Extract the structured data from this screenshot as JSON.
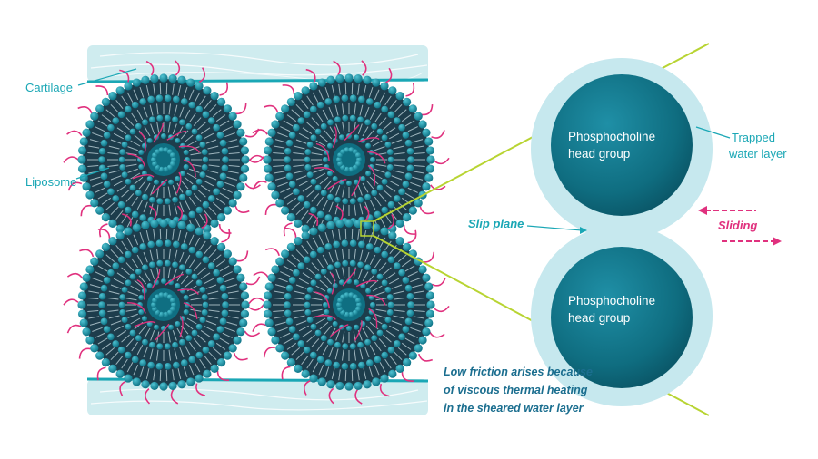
{
  "labels": {
    "cartilage": "Cartilage",
    "liposome": "Liposome",
    "head_group_top_line1": "Phosphocholine",
    "head_group_top_line2": "head group",
    "head_group_bottom_line1": "Phosphocholine",
    "head_group_bottom_line2": "head group",
    "trapped_line1": "Trapped",
    "trapped_line2": "water layer",
    "slip_plane": "Slip plane",
    "sliding": "Sliding",
    "note_line1": "Low friction arises because",
    "note_line2": "of viscous thermal heating",
    "note_line3": "in the sheared water layer"
  },
  "colors": {
    "cartilage_fill": "#cfecef",
    "cartilage_edge": "#1aa7b5",
    "bead": "#1c8fa3",
    "bead_dark": "#0f6f82",
    "bilayer_dark": "#1d3d4c",
    "tail": "#e0317e",
    "water_layer": "#c6e8ee",
    "head_group": "#0f6d80",
    "zoom_line": "#b8d432",
    "label_teal": "#1aa7b5",
    "label_pink": "#e0317e",
    "note_text": "#1b6e8f"
  }
}
